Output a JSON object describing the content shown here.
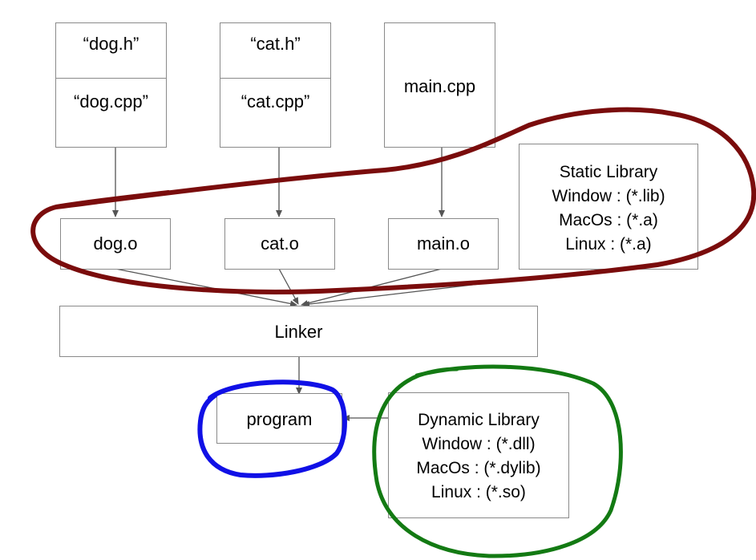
{
  "sources": {
    "dog_h": "“dog.h”",
    "dog_cpp": "“dog.cpp”",
    "cat_h": "“cat.h”",
    "cat_cpp": "“cat.cpp”",
    "main_cpp": "main.cpp"
  },
  "objects": {
    "dog_o": "dog.o",
    "cat_o": "cat.o",
    "main_o": "main.o"
  },
  "static_library": {
    "title": "Static Library",
    "windows": "Window : (*.lib)",
    "macos": "MacOs : (*.a)",
    "linux": "Linux :  (*.a)"
  },
  "linker": "Linker",
  "program": "program",
  "dynamic_library": {
    "title": "Dynamic Library",
    "windows": "Window : (*.dll)",
    "macos": "MacOs : (*.dylib)",
    "linux": "Linux :  (*.so)"
  },
  "colors": {
    "static_circle": "#7a0c0c",
    "program_circle": "#1010e6",
    "dynamic_circle": "#137a13",
    "box_border": "#8a8a8a",
    "arrow": "#555555"
  }
}
